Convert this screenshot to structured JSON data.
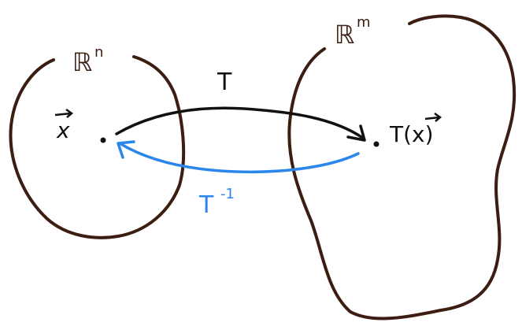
{
  "domain_label_left": "ℝ",
  "domain_exp_left": "n",
  "codomain_label": "ℝ",
  "codomain_exp": "m",
  "map_label": "T",
  "inverse_label": "T",
  "inverse_exp": "-1",
  "point_label": "x",
  "image_label": "T(x)",
  "colors": {
    "set_outline": "#3b1d12",
    "forward_arrow": "#111111",
    "inverse_arrow": "#2b86ec",
    "text": "#111111"
  }
}
